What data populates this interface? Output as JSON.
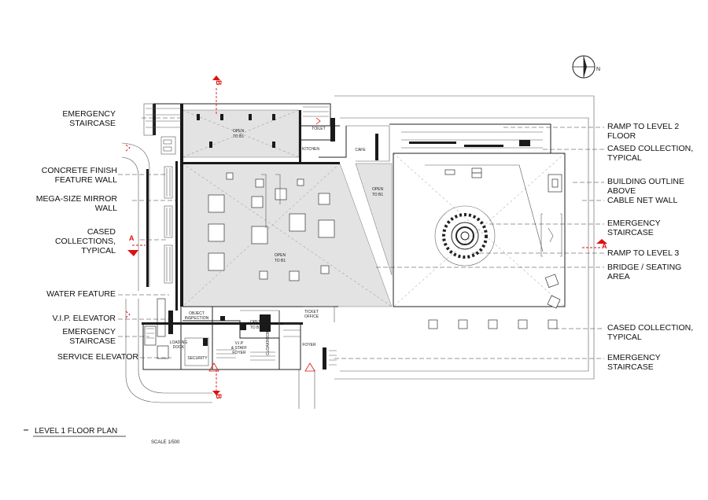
{
  "callouts_left": [
    {
      "lines": [
        "EMERGENCY",
        "STAIRCASE"
      ]
    },
    {
      "lines": [
        "CONCRETE FINISH",
        "FEATURE WALL"
      ]
    },
    {
      "lines": [
        "MEGA-SIZE MIRROR",
        "WALL"
      ]
    },
    {
      "lines": [
        "CASED",
        "COLLECTIONS,",
        "TYPICAL"
      ]
    },
    {
      "lines": [
        "WATER FEATURE"
      ]
    },
    {
      "lines": [
        "V.I.P. ELEVATOR"
      ]
    },
    {
      "lines": [
        "EMERGENCY",
        "STAIRCASE"
      ]
    },
    {
      "lines": [
        "SERVICE ELEVATOR"
      ]
    }
  ],
  "callouts_right": [
    {
      "lines": [
        "RAMP TO LEVEL 2",
        "FLOOR"
      ]
    },
    {
      "lines": [
        "CASED COLLECTION,",
        "TYPICAL"
      ]
    },
    {
      "lines": [
        "BUILDING OUTLINE",
        "ABOVE"
      ]
    },
    {
      "lines": [
        "CABLE NET WALL"
      ]
    },
    {
      "lines": [
        "EMERGENCY",
        "STAIRCASE"
      ]
    },
    {
      "lines": [
        "RAMP TO LEVEL 3"
      ]
    },
    {
      "lines": [
        "BRIDGE / SEATING",
        "AREA"
      ]
    },
    {
      "lines": [
        "CASED COLLECTION,",
        "TYPICAL"
      ]
    },
    {
      "lines": [
        "EMERGENCY",
        "STAIRCASE"
      ]
    }
  ],
  "rooms": {
    "open_b1": [
      "OPEN",
      "TO B1"
    ],
    "open": "OPEN",
    "to_b1": "TO B1",
    "toilet": "TOILET",
    "kitchen": "KITCHEN",
    "cafe": "CAFE",
    "object_inspection": [
      "OBJECT",
      "INSPECTION"
    ],
    "ticket_office": [
      "TICKET",
      "OFFICE"
    ],
    "loading_dock": [
      "LOADING",
      "DOCK"
    ],
    "security": "SECURITY",
    "vip_staff_foyer": [
      "V.I.P",
      "& STAFF",
      "FOYER"
    ],
    "cloakroom": "CLOAKROOM",
    "foyer": "FOYER"
  },
  "section_markers": {
    "a": "A",
    "b": "B"
  },
  "north_label": "N",
  "title": {
    "text": "LEVEL 1  FLOOR PLAN",
    "scale": "SCALE 1/500"
  },
  "colors": {
    "section_marker": "#dd1111",
    "shading": "#e3e3e3"
  }
}
